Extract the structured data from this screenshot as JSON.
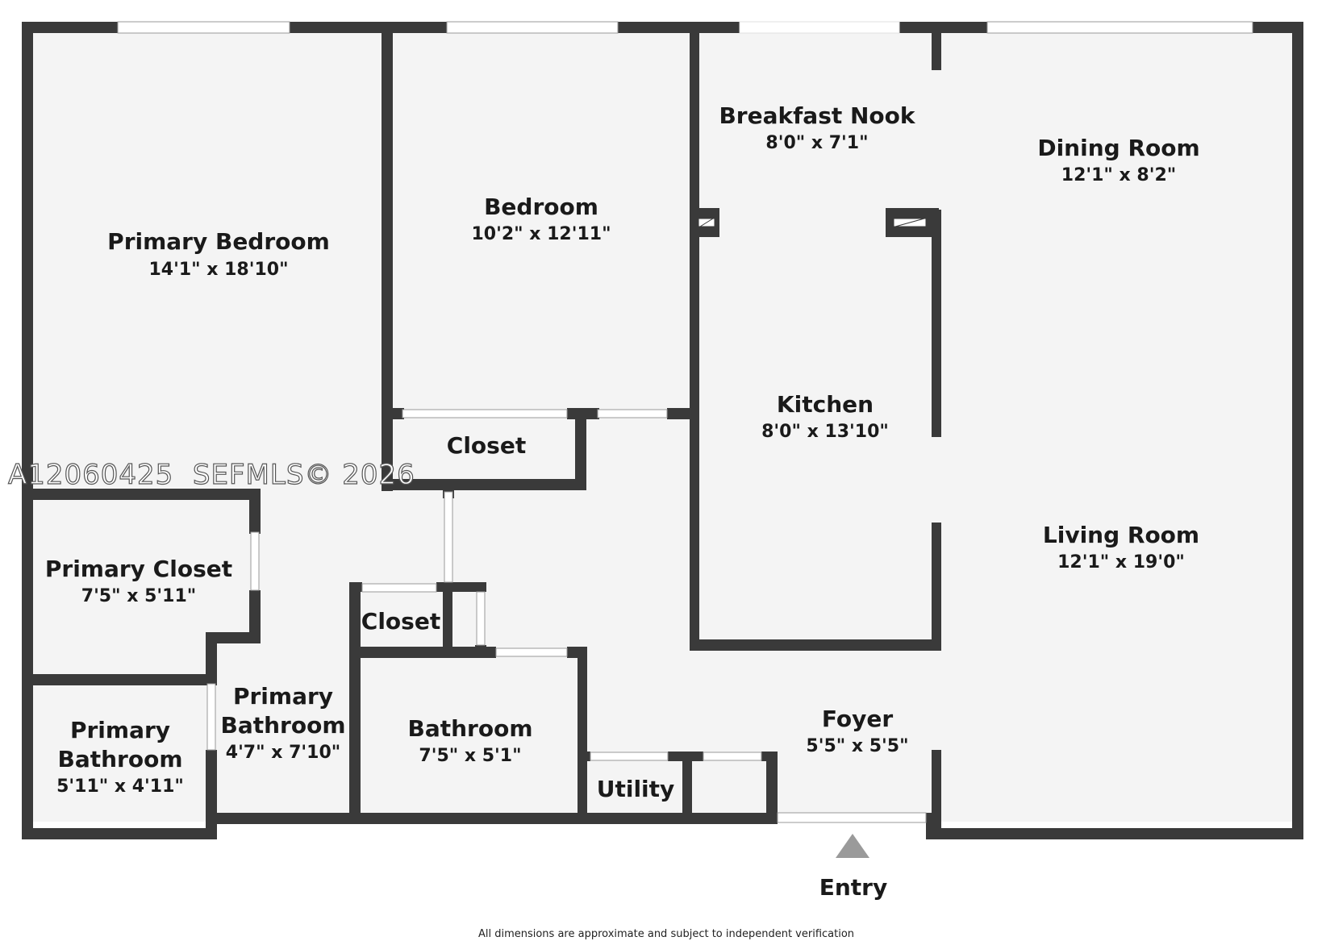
{
  "colors": {
    "wall": "#3a3a3a",
    "floor": "#f4f4f4",
    "window": "#ffffff",
    "entry_arrow": "#9a9a9a"
  },
  "rooms": {
    "primary_bedroom": {
      "name": "Primary Bedroom",
      "dims": "14'1\" x 18'10\""
    },
    "bedroom": {
      "name": "Bedroom",
      "dims": "10'2\" x 12'11\""
    },
    "breakfast_nook": {
      "name": "Breakfast Nook",
      "dims": "8'0\" x 7'1\""
    },
    "dining_room": {
      "name": "Dining Room",
      "dims": "12'1\" x 8'2\""
    },
    "kitchen": {
      "name": "Kitchen",
      "dims": "8'0\" x 13'10\""
    },
    "closet_upper": {
      "name": "Closet"
    },
    "primary_closet": {
      "name": "Primary Closet",
      "dims": "7'5\" x 5'11\""
    },
    "living_room": {
      "name": "Living Room",
      "dims": "12'1\" x 19'0\""
    },
    "closet_lower": {
      "name": "Closet"
    },
    "primary_bathroom_a": {
      "name_line1": "Primary",
      "name_line2": "Bathroom",
      "dims": "4'7\" x 7'10\""
    },
    "primary_bathroom_b": {
      "name_line1": "Primary",
      "name_line2": "Bathroom",
      "dims": "5'11\" x 4'11\""
    },
    "bathroom": {
      "name": "Bathroom",
      "dims": "7'5\" x 5'1\""
    },
    "foyer": {
      "name": "Foyer",
      "dims": "5'5\" x 5'5\""
    },
    "utility": {
      "name": "Utility"
    }
  },
  "watermark": "A12060425  SEFMLS© 2026",
  "entry": {
    "label": "Entry"
  },
  "disclaimer": "All dimensions are approximate and subject to independent verification"
}
